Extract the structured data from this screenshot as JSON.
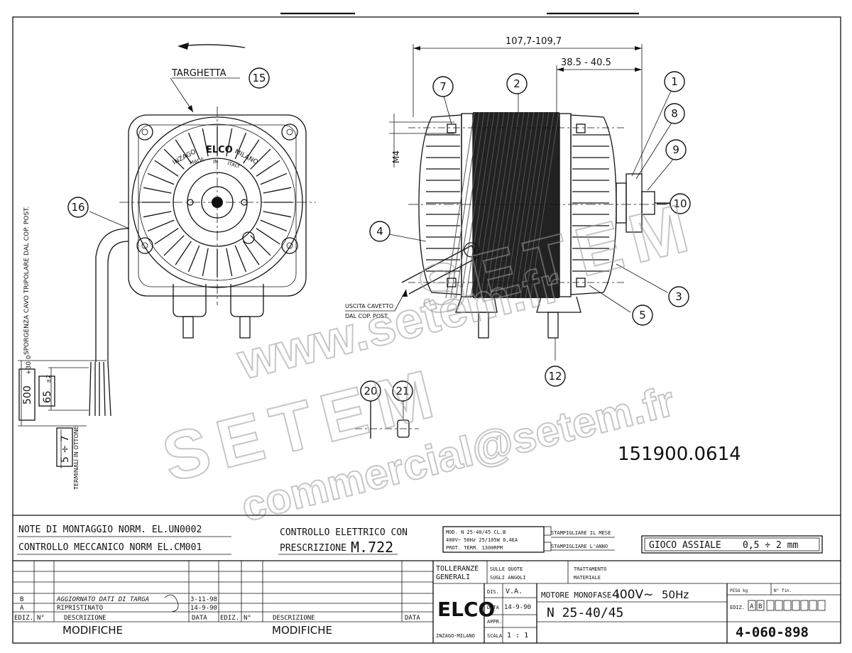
{
  "front_view": {
    "label_targhetta": "TARGHETTA",
    "nameplate_text": [
      "INZAGO",
      "ELCO",
      "MILANO",
      "MADE",
      "IN",
      "ITALY"
    ],
    "cable_note": "SPORGENZA CAVO TRIPOLARE DAL COP. POST.",
    "terminals_note": "TERMINALI IN OTTONE",
    "dim_cable": "500",
    "dim_cable_tol": "+30\n0",
    "dim_strip": "65",
    "dim_strip_tol": "±2",
    "dim_term": "5 ÷ 7"
  },
  "side_view": {
    "dim_total": "107,7-109,7",
    "dim_shaft": "38.5 - 40.5",
    "dim_m4": "M4",
    "cable_exit_line1": "USCITA CAVETTO",
    "cable_exit_line2": "DAL COP. POST."
  },
  "callouts": [
    "15",
    "16",
    "7",
    "2",
    "1",
    "8",
    "9",
    "10",
    "4",
    "3",
    "5",
    "12",
    "20",
    "21"
  ],
  "watermark": {
    "site": "www.setem.fr",
    "brand": "SETEM",
    "email": "commercial@setem.fr"
  },
  "code": "151900.0614",
  "notes": {
    "mount": "NOTE DI MONTAGGIO NORM. EL.UN0002",
    "mech": "CONTROLLO MECCANICO NORM EL.CM001",
    "elec_line1": "CONTROLLO ELETTRICO CON",
    "elec_line2": "PRESCRIZIONE",
    "elec_code": "M.722",
    "plate_line1": "MOD. N 25-40/45      CL.B",
    "plate_line2": "400V~ 50Hz 25/105W 0,4EA",
    "plate_line3": "PROT. TERM.   1300RPM",
    "stamp1": "STAMPIGLIARE IL MESE",
    "stamp2": "STAMPIGLIARE L'ANNO",
    "gioco_label": "GIOCO ASSIALE",
    "gioco_value": "0,5 ÷ 2 mm"
  },
  "title_block": {
    "tolleranze": "TOLLERANZE",
    "generali": "GENERALI",
    "sulle_quote": "SULLE QUOTE",
    "sugli_angoli": "SUGLI ANGOLI",
    "trattamento": "TRATTAMENTO",
    "materiale": "MATERIALE",
    "logo": "ELCO",
    "logo_sub": "INZAGO-MILANO",
    "dis_label": "DIS.",
    "dis_value": "V.A.",
    "data_label": "DATA",
    "data_value": "14-9-90",
    "appr_label": "APPR.",
    "scala_label": "SCALA",
    "scala_value": "1 : 1",
    "motor_desc": "MOTORE MONOFASE :",
    "voltage": "400V~",
    "freq": "50Hz",
    "model": "N  25-40/45",
    "peso": "PESO kg",
    "n_fin": "N° fin.",
    "edition_label": "EDIZ.",
    "edition_a": "A",
    "edition_b": "B",
    "drawing_no": "4-060-898"
  },
  "revisions": {
    "rows": [
      {
        "ed": "B",
        "desc": "AGGIORNATO DATI DI TARGA",
        "date": "3-11-98"
      },
      {
        "ed": "A",
        "desc": "RIPRISTINATO",
        "date": "14-9-90"
      }
    ],
    "h_ediz": "EDIZ.",
    "h_n": "N°",
    "h_desc": "DESCRIZIONE",
    "h_data": "DATA",
    "footer": "MODIFICHE"
  }
}
